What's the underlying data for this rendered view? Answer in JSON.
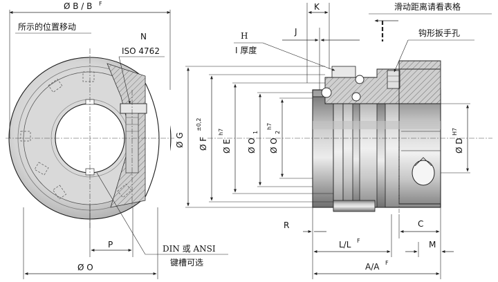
{
  "labels": {
    "dia_b": "Ø B / B",
    "dia_b_sup": "F",
    "position_note": "所示的位置移动",
    "n": "N",
    "iso": "ISO 4762",
    "p": "P",
    "dia_o": "Ø O",
    "keyway_1": "DIN 或 ANSI",
    "keyway_2": "键槽可选",
    "k": "K",
    "j": "J",
    "h": "H",
    "i_thickness": "I 厚度",
    "slide_note": "滑动距离请看表格",
    "wrench_hole": "钩形扳手孔",
    "dia_g": "Ø G",
    "dia_f": "Ø F",
    "dia_f_tol": "±0,2",
    "dia_e": "Ø E",
    "dia_e_tol": "h7",
    "dia_o1": "Ø O",
    "dia_o1_sub": "1",
    "dia_o2": "Ø O",
    "dia_o2_sub": "2",
    "dia_o2_tol": "h7",
    "dia_d": "Ø D",
    "dia_d_tol": "H7",
    "r": "R",
    "c": "C",
    "l": "L/L",
    "l_sup": "F",
    "m": "M",
    "a": "A/A",
    "a_sup": "F"
  },
  "colors": {
    "metal_light": "#e4e4e4",
    "metal_mid": "#bdbdbd",
    "metal_dark": "#8f8f8f",
    "ink": "#1a1a1a"
  }
}
